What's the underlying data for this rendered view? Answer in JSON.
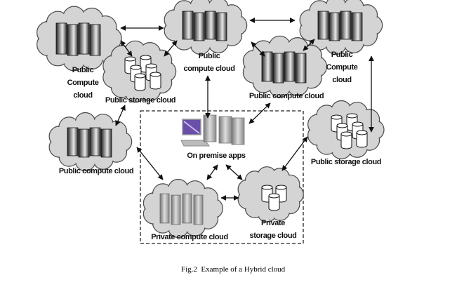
{
  "diagram": {
    "nodes": {
      "public_compute_topleft": {
        "label_lines": [
          "Public",
          "Compute",
          "cloud"
        ],
        "kind": "public-compute"
      },
      "public_storage_top": {
        "label": "Public storage cloud",
        "kind": "public-storage"
      },
      "public_compute_topcenter": {
        "label_lines": [
          "Public",
          "compute cloud"
        ],
        "kind": "public-compute"
      },
      "public_compute_topright": {
        "label_lines": [
          "Public",
          "Compute",
          "cloud"
        ],
        "kind": "public-compute"
      },
      "public_compute_middle": {
        "label": "Public compute cloud",
        "kind": "public-compute"
      },
      "public_compute_left": {
        "label": "Public compute cloud",
        "kind": "public-compute"
      },
      "public_storage_right": {
        "label": "Public storage cloud",
        "kind": "public-storage"
      },
      "on_premise": {
        "label": "On premise  apps",
        "kind": "on-premise"
      },
      "private_compute": {
        "label": "Private compute cloud",
        "kind": "private-compute"
      },
      "private_storage": {
        "label_lines": [
          "Private",
          "storage cloud"
        ],
        "kind": "private-storage"
      }
    },
    "edges": [
      [
        "public_compute_topleft",
        "public_compute_topcenter"
      ],
      [
        "public_compute_topleft",
        "public_storage_top"
      ],
      [
        "public_storage_top",
        "public_compute_topcenter"
      ],
      [
        "public_compute_topcenter",
        "public_compute_topright"
      ],
      [
        "public_compute_topcenter",
        "public_compute_middle"
      ],
      [
        "public_compute_topright",
        "public_compute_middle"
      ],
      [
        "public_compute_topright",
        "public_storage_right"
      ],
      [
        "public_compute_topcenter",
        "on_premise"
      ],
      [
        "public_compute_middle",
        "on_premise"
      ],
      [
        "public_storage_top",
        "public_compute_left"
      ],
      [
        "public_compute_left",
        "private_compute"
      ],
      [
        "public_storage_right",
        "private_storage"
      ],
      [
        "on_premise",
        "private_compute"
      ],
      [
        "on_premise",
        "private_storage"
      ],
      [
        "private_compute",
        "private_storage"
      ]
    ],
    "private_boundary": "dashed",
    "caption": "Fig.2  Example of a Hybrid cloud"
  }
}
